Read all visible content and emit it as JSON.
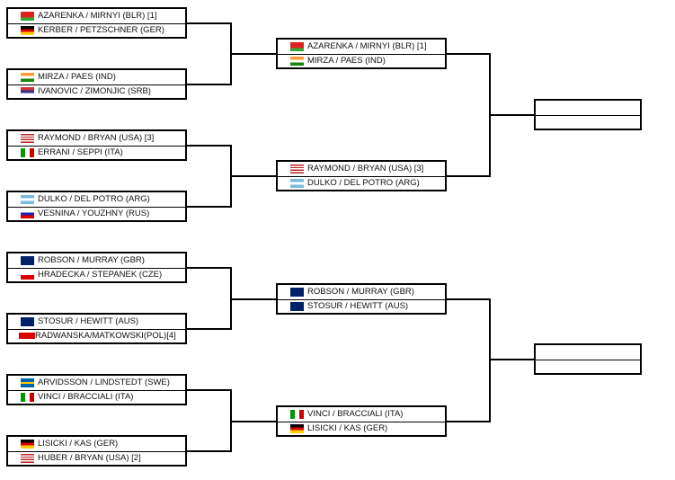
{
  "round1": [
    [
      {
        "name": "AZARENKA / MIRNYI (BLR) [1]",
        "flag": "BLR"
      },
      {
        "name": "KERBER / PETZSCHNER (GER)",
        "flag": "GER"
      }
    ],
    [
      {
        "name": "MIRZA / PAES (IND)",
        "flag": "IND"
      },
      {
        "name": "IVANOVIC / ZIMONJIC (SRB)",
        "flag": "SRB"
      }
    ],
    [
      {
        "name": "RAYMOND / BRYAN (USA) [3]",
        "flag": "USA"
      },
      {
        "name": "ERRANI / SEPPI (ITA)",
        "flag": "ITA"
      }
    ],
    [
      {
        "name": "DULKO / DEL POTRO (ARG)",
        "flag": "ARG"
      },
      {
        "name": "VESNINA / YOUZHNY (RUS)",
        "flag": "RUS"
      }
    ],
    [
      {
        "name": "ROBSON / MURRAY (GBR)",
        "flag": "GBR"
      },
      {
        "name": "HRADECKA / STEPANEK (CZE)",
        "flag": "CZE"
      }
    ],
    [
      {
        "name": "STOSUR / HEWITT (AUS)",
        "flag": "AUS"
      },
      {
        "name": "RADWANSKA/MATKOWSKI(POL)[4]",
        "flag": "POL"
      }
    ],
    [
      {
        "name": "ARVIDSSON / LINDSTEDT (SWE)",
        "flag": "SWE"
      },
      {
        "name": "VINCI / BRACCIALI (ITA)",
        "flag": "ITA"
      }
    ],
    [
      {
        "name": "LISICKI / KAS (GER)",
        "flag": "GER"
      },
      {
        "name": "HUBER / BRYAN (USA) [2]",
        "flag": "USA"
      }
    ]
  ],
  "round2": [
    [
      {
        "name": "AZARENKA / MIRNYI (BLR) [1]",
        "flag": "BLR"
      },
      {
        "name": "MIRZA / PAES (IND)",
        "flag": "IND"
      }
    ],
    [
      {
        "name": "RAYMOND / BRYAN (USA) [3]",
        "flag": "USA"
      },
      {
        "name": "DULKO / DEL POTRO (ARG)",
        "flag": "ARG"
      }
    ],
    [
      {
        "name": "ROBSON / MURRAY (GBR)",
        "flag": "GBR"
      },
      {
        "name": "STOSUR / HEWITT (AUS)",
        "flag": "AUS"
      }
    ],
    [
      {
        "name": "VINCI / BRACCIALI (ITA)",
        "flag": "ITA"
      },
      {
        "name": "LISICKI / KAS (GER)",
        "flag": "GER"
      }
    ]
  ],
  "round3": [
    [
      {
        "name": "",
        "flag": ""
      },
      {
        "name": "",
        "flag": ""
      }
    ],
    [
      {
        "name": "",
        "flag": ""
      },
      {
        "name": "",
        "flag": ""
      }
    ]
  ]
}
